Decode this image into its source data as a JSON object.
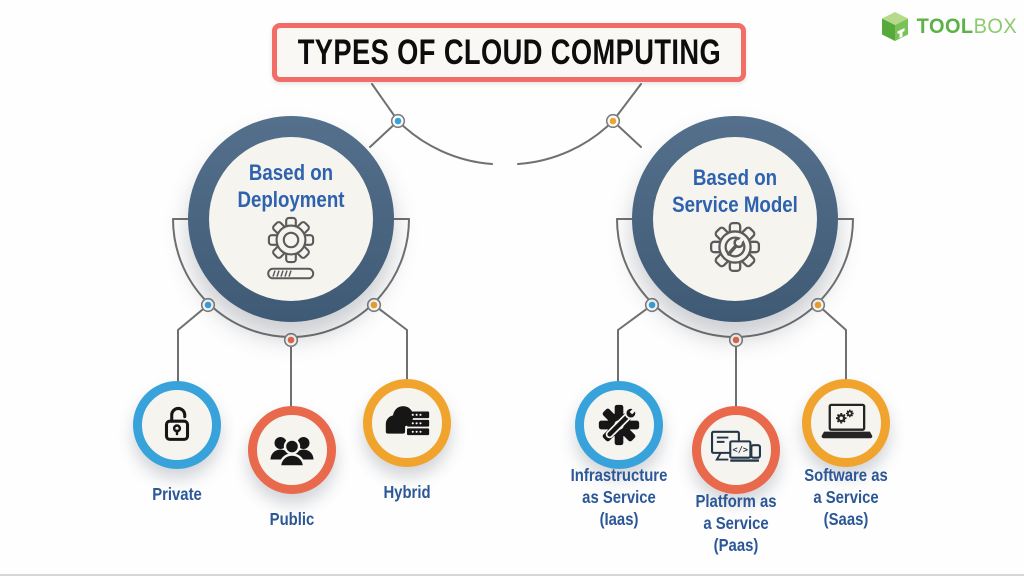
{
  "header": {
    "title": "TYPES OF CLOUD COMPUTING",
    "logo": {
      "bold": "TOOL",
      "light": "BOX",
      "icon": "toolbox-cube-icon"
    }
  },
  "colors": {
    "title_border": "#f26d68",
    "hub_ring": "#48627c",
    "hub_text": "#2e62ae",
    "label_text": "#2b5796",
    "node_blue": "#38a3db",
    "node_red": "#e9694c",
    "node_yellow": "#f0a42d",
    "connector_gray": "#707070",
    "logo_green_bold": "#5cb246",
    "logo_green_light": "#8ccb6c",
    "background": "#fefefe"
  },
  "branches": [
    {
      "title_lines": [
        "Based on",
        "Deployment"
      ],
      "hub_icon": "gear-progress-icon",
      "children": [
        {
          "label_lines": [
            "Private"
          ],
          "icon": "open-padlock-icon",
          "color_name": "blue"
        },
        {
          "label_lines": [
            "Public"
          ],
          "icon": "people-group-icon",
          "color_name": "red"
        },
        {
          "label_lines": [
            "Hybrid"
          ],
          "icon": "cloud-server-icon",
          "color_name": "yellow"
        }
      ]
    },
    {
      "title_lines": [
        "Based on",
        "Service Model"
      ],
      "hub_icon": "gear-wrench-icon",
      "children": [
        {
          "label_lines": [
            "Infrastructure",
            "as Service",
            "(Iaas)"
          ],
          "icon": "gear-wrench-solid-icon",
          "color_name": "blue"
        },
        {
          "label_lines": [
            "Platform as",
            "a Service",
            "(Paas)"
          ],
          "icon": "devices-code-icon",
          "color_name": "red"
        },
        {
          "label_lines": [
            "Software as",
            "a Service",
            "(Saas)"
          ],
          "icon": "laptop-gears-icon",
          "color_name": "yellow"
        }
      ]
    }
  ]
}
